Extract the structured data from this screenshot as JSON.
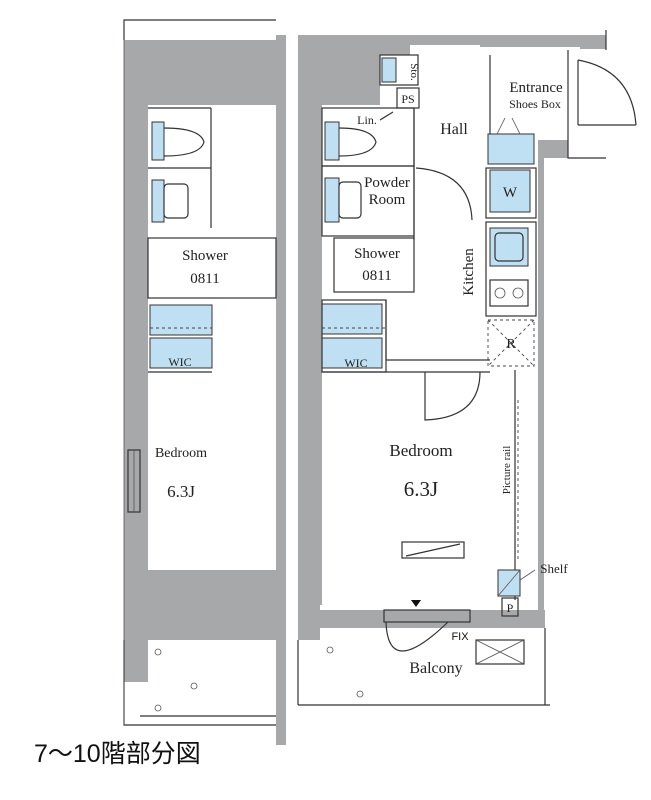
{
  "left_partial": {
    "shower": "Shower",
    "shower_code": "0811",
    "wic": "WIC",
    "bedroom": "Bedroom",
    "bedroom_size": "6.3J"
  },
  "main_unit": {
    "storage": "Sto.",
    "ps": "PS",
    "hall": "Hall",
    "linen": "Lin.",
    "entrance": "Entrance",
    "shoes_box": "Shoes Box",
    "powder_room_1": "Powder",
    "powder_room_2": "Room",
    "washer": "W",
    "shower": "Shower",
    "shower_code": "0811",
    "kitchen": "Kitchen",
    "refrigerator": "R",
    "wic": "WIC",
    "bedroom": "Bedroom",
    "bedroom_size": "6.3J",
    "picture_rail": "Picture rail",
    "shelf": "Shelf",
    "p": "P",
    "fix": "FIX",
    "balcony": "Balcony"
  },
  "caption": "7〜10階部分図",
  "colors": {
    "wall": "#a7a8aa",
    "fixture": "#bfe0f2"
  }
}
